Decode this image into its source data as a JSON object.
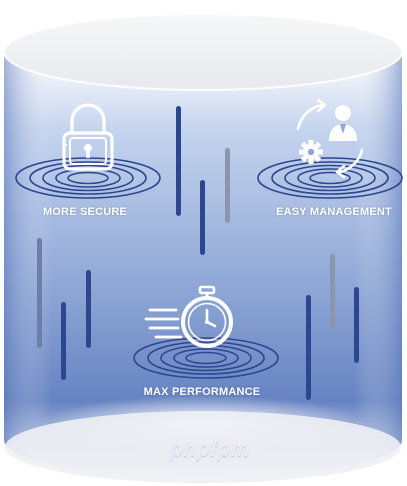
{
  "features": [
    {
      "label": "MORE SECURE",
      "icon": "padlock-icon"
    },
    {
      "label": "EASY MANAGEMENT",
      "icon": "user-sync-icon"
    },
    {
      "label": "MAX PERFORMANCE",
      "icon": "stopwatch-icon"
    }
  ],
  "brand": "phpfpm",
  "colors": {
    "top": "#ffffff",
    "middle": "#9fb6dd",
    "bottom": "#4f72b5",
    "bar_dark": "#2d4690",
    "bar_gray": "#8a96ad"
  }
}
